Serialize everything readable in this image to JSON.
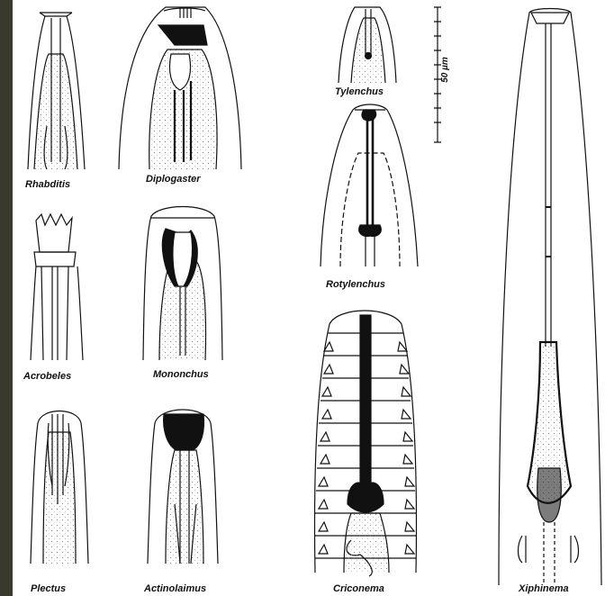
{
  "labels": {
    "rhabditis": "Rhabditis",
    "diplogaster": "Diplogaster",
    "acrobeles": "Acrobeles",
    "mononchus": "Mononchus",
    "plectus": "Plectus",
    "actinolaimus": "Actinolaimus",
    "tylenchus": "Tylenchus",
    "rotylenchus": "Rotylenchus",
    "criconema": "Criconema",
    "xiphinema": "Xiphinema"
  },
  "scale_bar": {
    "label": "50 µm"
  },
  "colors": {
    "background": "#3a3a2c",
    "plate": "#ffffff",
    "ink": "#111111",
    "stipple": "#9a9a9a"
  }
}
